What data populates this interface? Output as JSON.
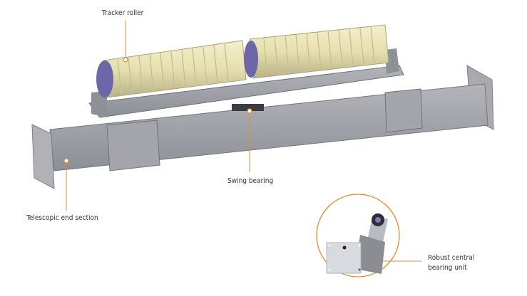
{
  "labels": {
    "tracker_roller": "Tracker roller",
    "swing_bearing": "Swing bearing",
    "telescopic_end_section": "Telescopic end section",
    "bearing_unit_line1": "Robust central",
    "bearing_unit_line2": "bearing unit"
  },
  "colors": {
    "accent": "#e8892b",
    "steel": "#9a9ca3",
    "roller": "#e9e3b5"
  }
}
